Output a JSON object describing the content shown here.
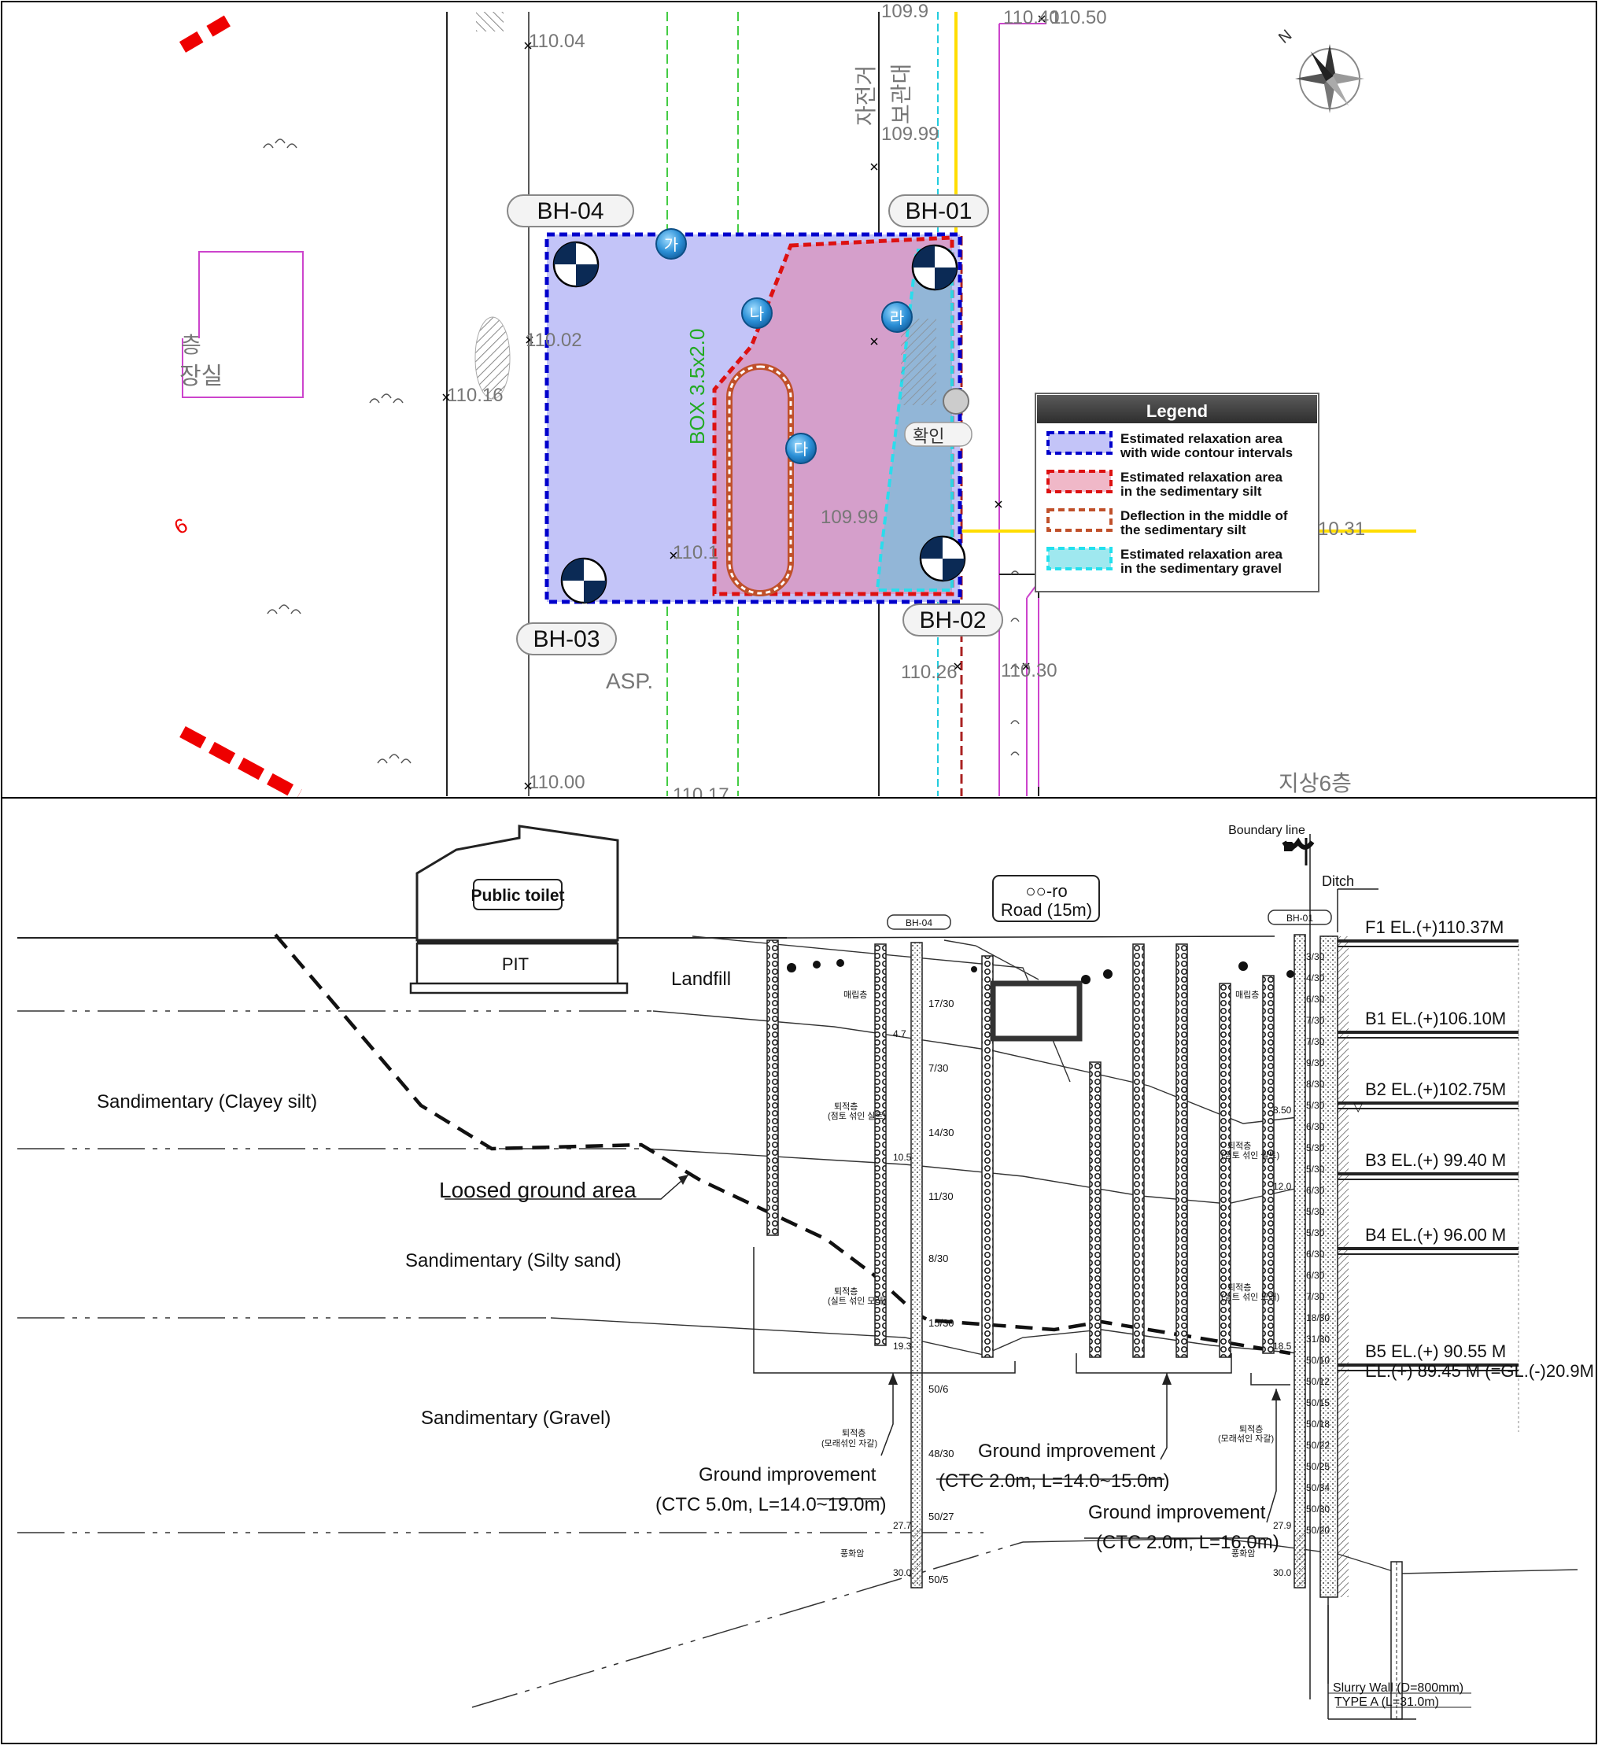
{
  "plan": {
    "boreholes": [
      "BH-04",
      "BH-01",
      "BH-03",
      "BH-02"
    ],
    "markers": [
      "가",
      "나",
      "다",
      "라"
    ],
    "box_label": "BOX 3.5x2.0",
    "vertical_korean": [
      "자전거",
      "보관대"
    ],
    "left_korean": [
      "층",
      "장실"
    ],
    "left_mark": "6",
    "confirm_label": "확인",
    "asp_label": "ASP.",
    "floor_label": "지상6층",
    "elevations": [
      "110.04",
      "110.02",
      "110.16",
      "110.1",
      "109.99",
      "109.99",
      "110.26",
      "110.30",
      "110.00",
      "110.17",
      "110.40",
      "110.50",
      "10.31",
      "109.9"
    ],
    "legend": {
      "title": "Legend",
      "items": [
        {
          "line1": "Estimated relaxation area",
          "line2": "with wide contour intervals",
          "color": "#0000cc"
        },
        {
          "line1": "Estimated relaxation area",
          "line2": "in the sedimentary silt",
          "color": "#dd1111"
        },
        {
          "line1": "Deflection in the middle of",
          "line2": "the sedimentary silt",
          "color": "#c0502a"
        },
        {
          "line1": "Estimated relaxation area",
          "line2": "in the sedimentary gravel",
          "color": "#22e0ee"
        }
      ]
    }
  },
  "section": {
    "public_toilet": "Public toilet",
    "pit": "PIT",
    "landfill": "Landfill",
    "road_line1": "○○-ro",
    "road_line2": "Road (15m)",
    "boundary": "Boundary line",
    "ditch": "Ditch",
    "bh04": "BH-04",
    "bh01": "BH-01",
    "layers": [
      "Sandimentary (Clayey silt)",
      "Sandimentary (Silty sand)",
      "Sandimentary (Gravel)"
    ],
    "loosed": "Loosed ground area",
    "floors": [
      "F1 EL.(+)110.37M",
      "B1 EL.(+)106.10M",
      "B2 EL.(+)102.75M",
      "B3 EL.(+) 99.40 M",
      "B4 EL.(+) 96.00 M",
      "B5 EL.(+) 90.55 M",
      "EL.(+) 89.45 M (=GL.(-)20.9M"
    ],
    "gi_left_title": "Ground improvement",
    "gi_left_spec": "(CTC 5.0m, L=14.0~19.0m)",
    "gi_mid_title": "Ground improvement",
    "gi_mid_spec": "(CTC 2.0m, L=14.0~15.0m)",
    "gi_right_title": "Ground improvement",
    "gi_right_spec": "(CTC 2.0m, L=16.0m)",
    "slurry1": "Slurry Wall (D=800mm)",
    "slurry2": "TYPE A (L=31.0m)",
    "nvals_bh04": [
      "17/30",
      "7/30",
      "14/30",
      "11/30",
      "8/30",
      "15/30",
      "50/6",
      "48/30",
      "50/27",
      "50/5"
    ],
    "depths_bh04": [
      "4.7",
      "10.5",
      "19.3",
      "27.7",
      "30.0"
    ],
    "nvals_bh01": [
      "3/30",
      "4/30",
      "6/30",
      "7/30",
      "7/30",
      "9/30",
      "8/30",
      "5/30",
      "6/30",
      "5/30",
      "5/30",
      "6/30",
      "5/30",
      "5/30",
      "6/30",
      "6/30",
      "7/30",
      "18/30",
      "31/30",
      "50/10",
      "50/12",
      "50/15",
      "50/18",
      "50/22",
      "50/25",
      "50/34",
      "50/30",
      "50/20"
    ],
    "depths_bh01": [
      "8.50",
      "12.0",
      "18.5",
      "27.9",
      "30.0"
    ],
    "kor_bh04": [
      "매립층",
      "퇴적층",
      "(점토 섞인 실트)",
      "퇴적층",
      "(실트 섞인 모래)",
      "퇴적층",
      "(모래섞인 자갈)",
      "풍화암"
    ],
    "kor_bh01": [
      "매립층",
      "퇴적층",
      "(점토 섞인 실트)",
      "퇴적층",
      "(실트 섞인 모래)",
      "퇴적층",
      "(모래섞인 자갈)",
      "풍화암"
    ]
  }
}
